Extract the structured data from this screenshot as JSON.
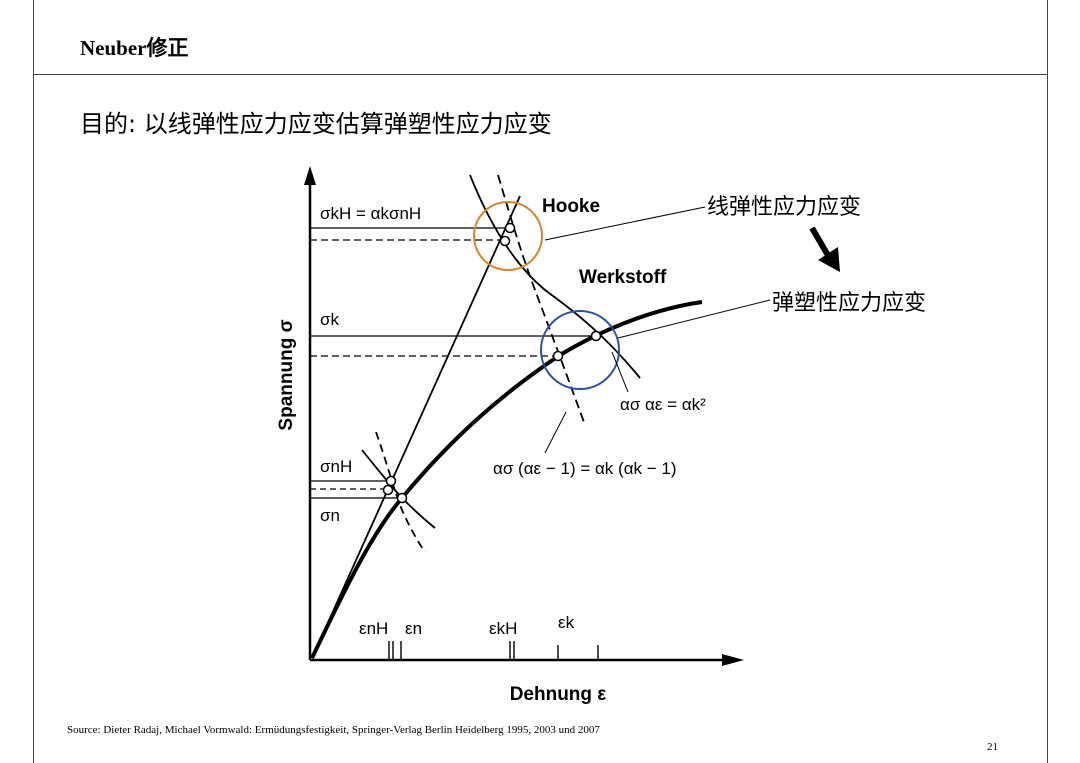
{
  "slide": {
    "title": "Neuber修正",
    "purpose": "目的: 以线弹性应力应变估算弹塑性应力应变",
    "source": "Source: Dieter Radaj, Michael Vormwald: Ermüdungsfestigkeit, Springer-Verlag Berlin Heidelberg 1995, 2003 und 2007",
    "page_number": "21"
  },
  "diagram": {
    "y_axis_label": "Spannung σ",
    "x_axis_label": "Dehnung ε",
    "y_ticks": [
      "σkH = αkσnH",
      "σk",
      "σnH",
      "σn"
    ],
    "x_ticks": [
      "εnH",
      "εn",
      "εkH",
      "εk"
    ],
    "curve_labels": {
      "hooke": "Hooke",
      "werkstoff": "Werkstoff"
    },
    "equations": {
      "neuber": "ασ αε = αk²",
      "modified": "ασ (αε − 1) = αk (αk − 1)"
    },
    "annotations": {
      "linear_elastic": "线弹性应力应变",
      "elastic_plastic": "弹塑性应力应变"
    },
    "colors": {
      "circle_linear": "#d9822b",
      "circle_plastic": "#2b4fa8"
    }
  }
}
